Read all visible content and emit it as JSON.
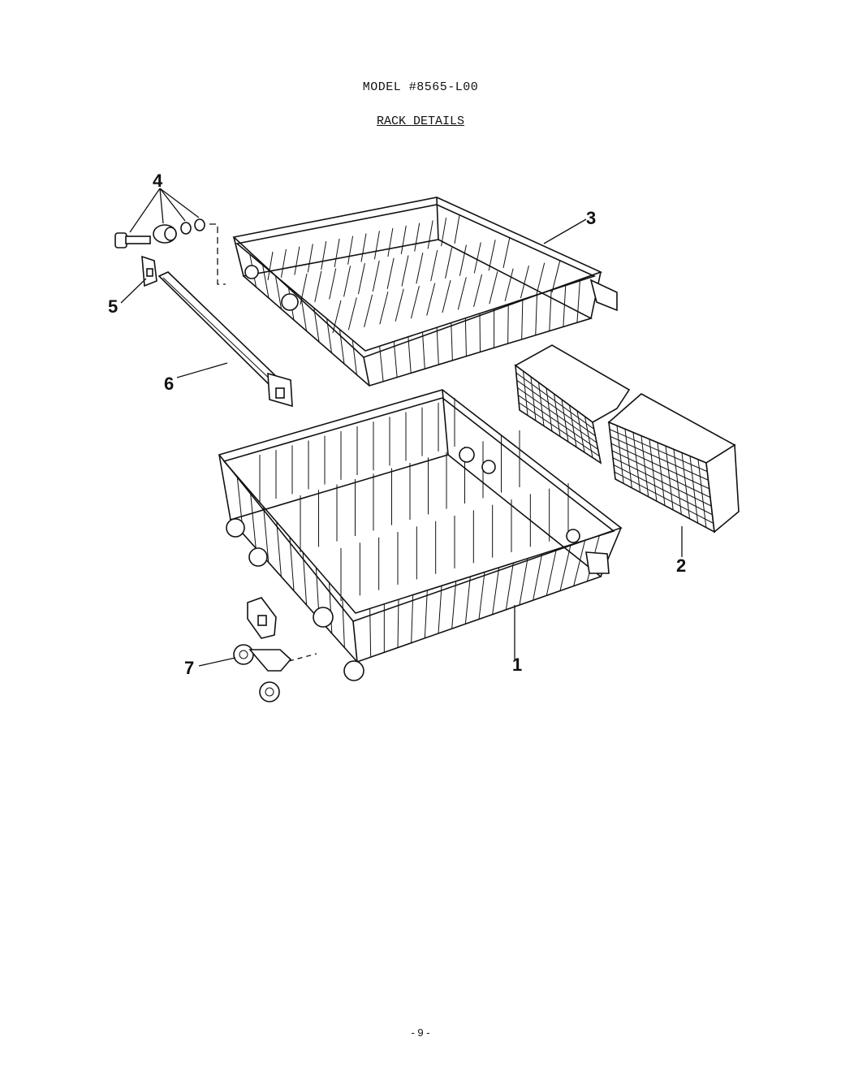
{
  "header": {
    "model": "MODEL #8565-L00",
    "section": "RACK DETAILS"
  },
  "callouts": {
    "part1": "1",
    "part2": "2",
    "part3": "3",
    "part4": "4",
    "part5": "5",
    "part6": "6",
    "part7": "7"
  },
  "footer": {
    "page": "- 9 -"
  }
}
